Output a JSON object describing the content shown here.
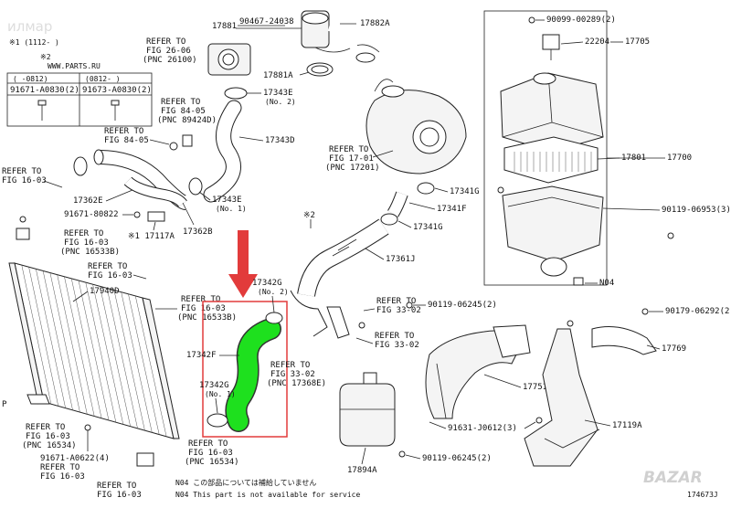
{
  "watermark": {
    "top": "илмар",
    "bottom": "BAZAR"
  },
  "diagram_id": "174673J",
  "notes": {
    "ref_mark": "※1 (1112-  )",
    "ref_mark2": "※2",
    "ref_range_left": "(   -0812)",
    "ref_range_right": "(0812-   )",
    "site": "WWW.PARTS.RU",
    "p_mark": "P",
    "n04_jp": "N04  この部品については補給していません",
    "n04_en": "N04  This part is not available for service"
  },
  "labels": {
    "p17881": "17881",
    "p90467": "90467-24038",
    "p17882a": "17882A",
    "p90099": "90099-00289(2)",
    "p22204": "22204",
    "p17705": "17705",
    "ref26": "REFER TO",
    "ref26b": "FIG 26-06",
    "ref26c": "(PNC 26100)",
    "p17881a": "17881A",
    "p91671a": "91671-A0830(2)",
    "p91673a": "91673-A0830(2)",
    "ref84a": "REFER TO",
    "ref84ab": "FIG 84-05",
    "ref84ac": "(PNC 89424D)",
    "p17343e": "17343E",
    "p17343e2": "(No. 2)",
    "ref84b": "REFER TO",
    "ref84bb": "FIG 84-05",
    "p17343d": "17343D",
    "ref17": "REFER TO",
    "ref17b": "FIG 17-01",
    "ref17c": "(PNC 17201)",
    "p17801": "17801",
    "p17700": "17700",
    "ref16a": "REFER TO",
    "ref16ab": "FIG 16-03",
    "p17362e": "17362E",
    "p91671b": "91671-80822",
    "p17117a": "※1 17117A",
    "p17362b": "17362B",
    "p17343e_1": "17343E",
    "p17343e_1b": "(No. 1)",
    "p17341g": "17341G",
    "p17341f": "17341F",
    "p17341g2": "17341G",
    "p90119a": "90119-06953(3)",
    "ref16b": "REFER TO",
    "ref16bb": "FIG 16-03",
    "ref16bc": "(PNC 16533B)",
    "star2": "※2",
    "p17361j": "17361J",
    "ref16c": "REFER TO",
    "ref16cb": "FIG 16-03",
    "p17940d": "17940D",
    "p17342g": "17342G",
    "p17342g2": "(No. 2)",
    "n04": "N04",
    "ref16d": "REFER TO",
    "ref16db": "FIG 16-03",
    "ref16dc": "(PNC 16533B)",
    "ref33a": "REFER TO",
    "ref33ab": "FIG 33-02",
    "p90119b": "90119-06245(2)",
    "p90179": "90179-06292(2)",
    "p17342f": "17342F",
    "ref33b": "REFER TO",
    "ref33bb": "FIG 33-02",
    "p17769": "17769",
    "ref33c": "REFER TO",
    "ref33cb": "FIG 33-02",
    "ref33cc": "(PNC 17368E)",
    "p17342g_1": "17342G",
    "p17342g_1b": "(No. 1)",
    "p17751": "17751",
    "ref16e": "REFER TO",
    "ref16eb": "FIG 16-03",
    "ref16ec": "(PNC 16534)",
    "p91631": "91631-J0612(3)",
    "p17119a": "17119A",
    "p91671c": "91671-A0622(4)",
    "ref16f": "REFER TO",
    "ref16fb": "FIG 16-03",
    "ref16fc": "(PNC 16534)",
    "p90119c": "90119-06245(2)",
    "p17894a": "17894A",
    "ref16g": "REFER TO",
    "ref16gb": "FIG 16-03",
    "ref16h": "REFER TO",
    "ref16hb": "FIG 16-03"
  },
  "colors": {
    "highlight_hose": "#1ee01e",
    "highlight_frame": "#e23b3b",
    "arrow": "#e23b3b"
  }
}
